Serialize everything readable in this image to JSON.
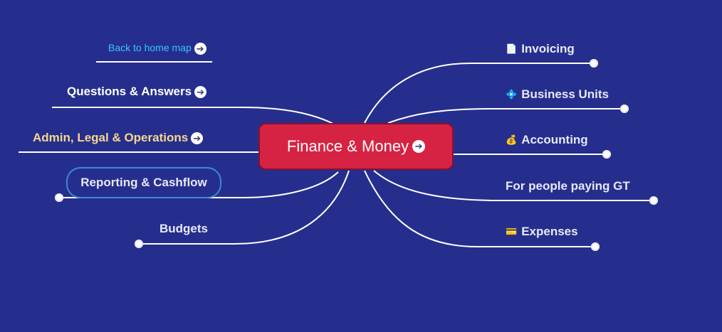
{
  "back_link": {
    "label": "Back to home map"
  },
  "center_node": {
    "label": "Finance & Money"
  },
  "left_nodes": [
    {
      "label": "Questions & Answers"
    },
    {
      "label": "Admin, Legal & Operations"
    },
    {
      "label": "Reporting & Cashflow"
    },
    {
      "label": "Budgets"
    }
  ],
  "right_nodes": [
    {
      "label": "Invoicing",
      "icon": "document-icon",
      "glyph": "📄"
    },
    {
      "label": "Business Units",
      "icon": "diamond-icon",
      "glyph": "💠"
    },
    {
      "label": "Accounting",
      "icon": "money-bag-icon",
      "glyph": "💰"
    },
    {
      "label": "For people paying GT",
      "icon": "",
      "glyph": ""
    },
    {
      "label": "Expenses",
      "icon": "credit-card-icon",
      "glyph": "💳"
    }
  ],
  "colors": {
    "background": "#262e8d",
    "center_node": "#d62343",
    "link_text": "#39c3ff",
    "highlight_text": "#f4d88d",
    "reporting_border": "#3b8ad0"
  }
}
